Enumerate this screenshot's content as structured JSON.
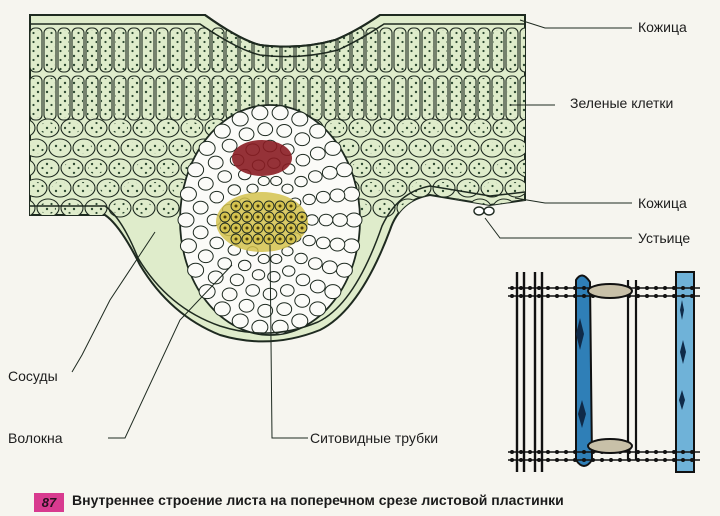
{
  "labels": {
    "kozhitsa_top": "Кожица",
    "green_cells": "Зеленые клетки",
    "kozhitsa_bottom": "Кожица",
    "ustitse": "Устьице",
    "sosudy": "Сосуды",
    "volokna": "Волокна",
    "sitovidnye": "Ситовидные трубки"
  },
  "caption": {
    "number": "87",
    "text": "Внутреннее строение листа на поперечном срезе листовой пластинки"
  },
  "colors": {
    "green_cell": "#dfeccb",
    "outline": "#1e2a20",
    "xylem_red": "#8a1c22",
    "phloem_yellow": "#d4c24e",
    "vessel_blue": "#2f7fb7",
    "caption_badge": "#d83a8f"
  }
}
